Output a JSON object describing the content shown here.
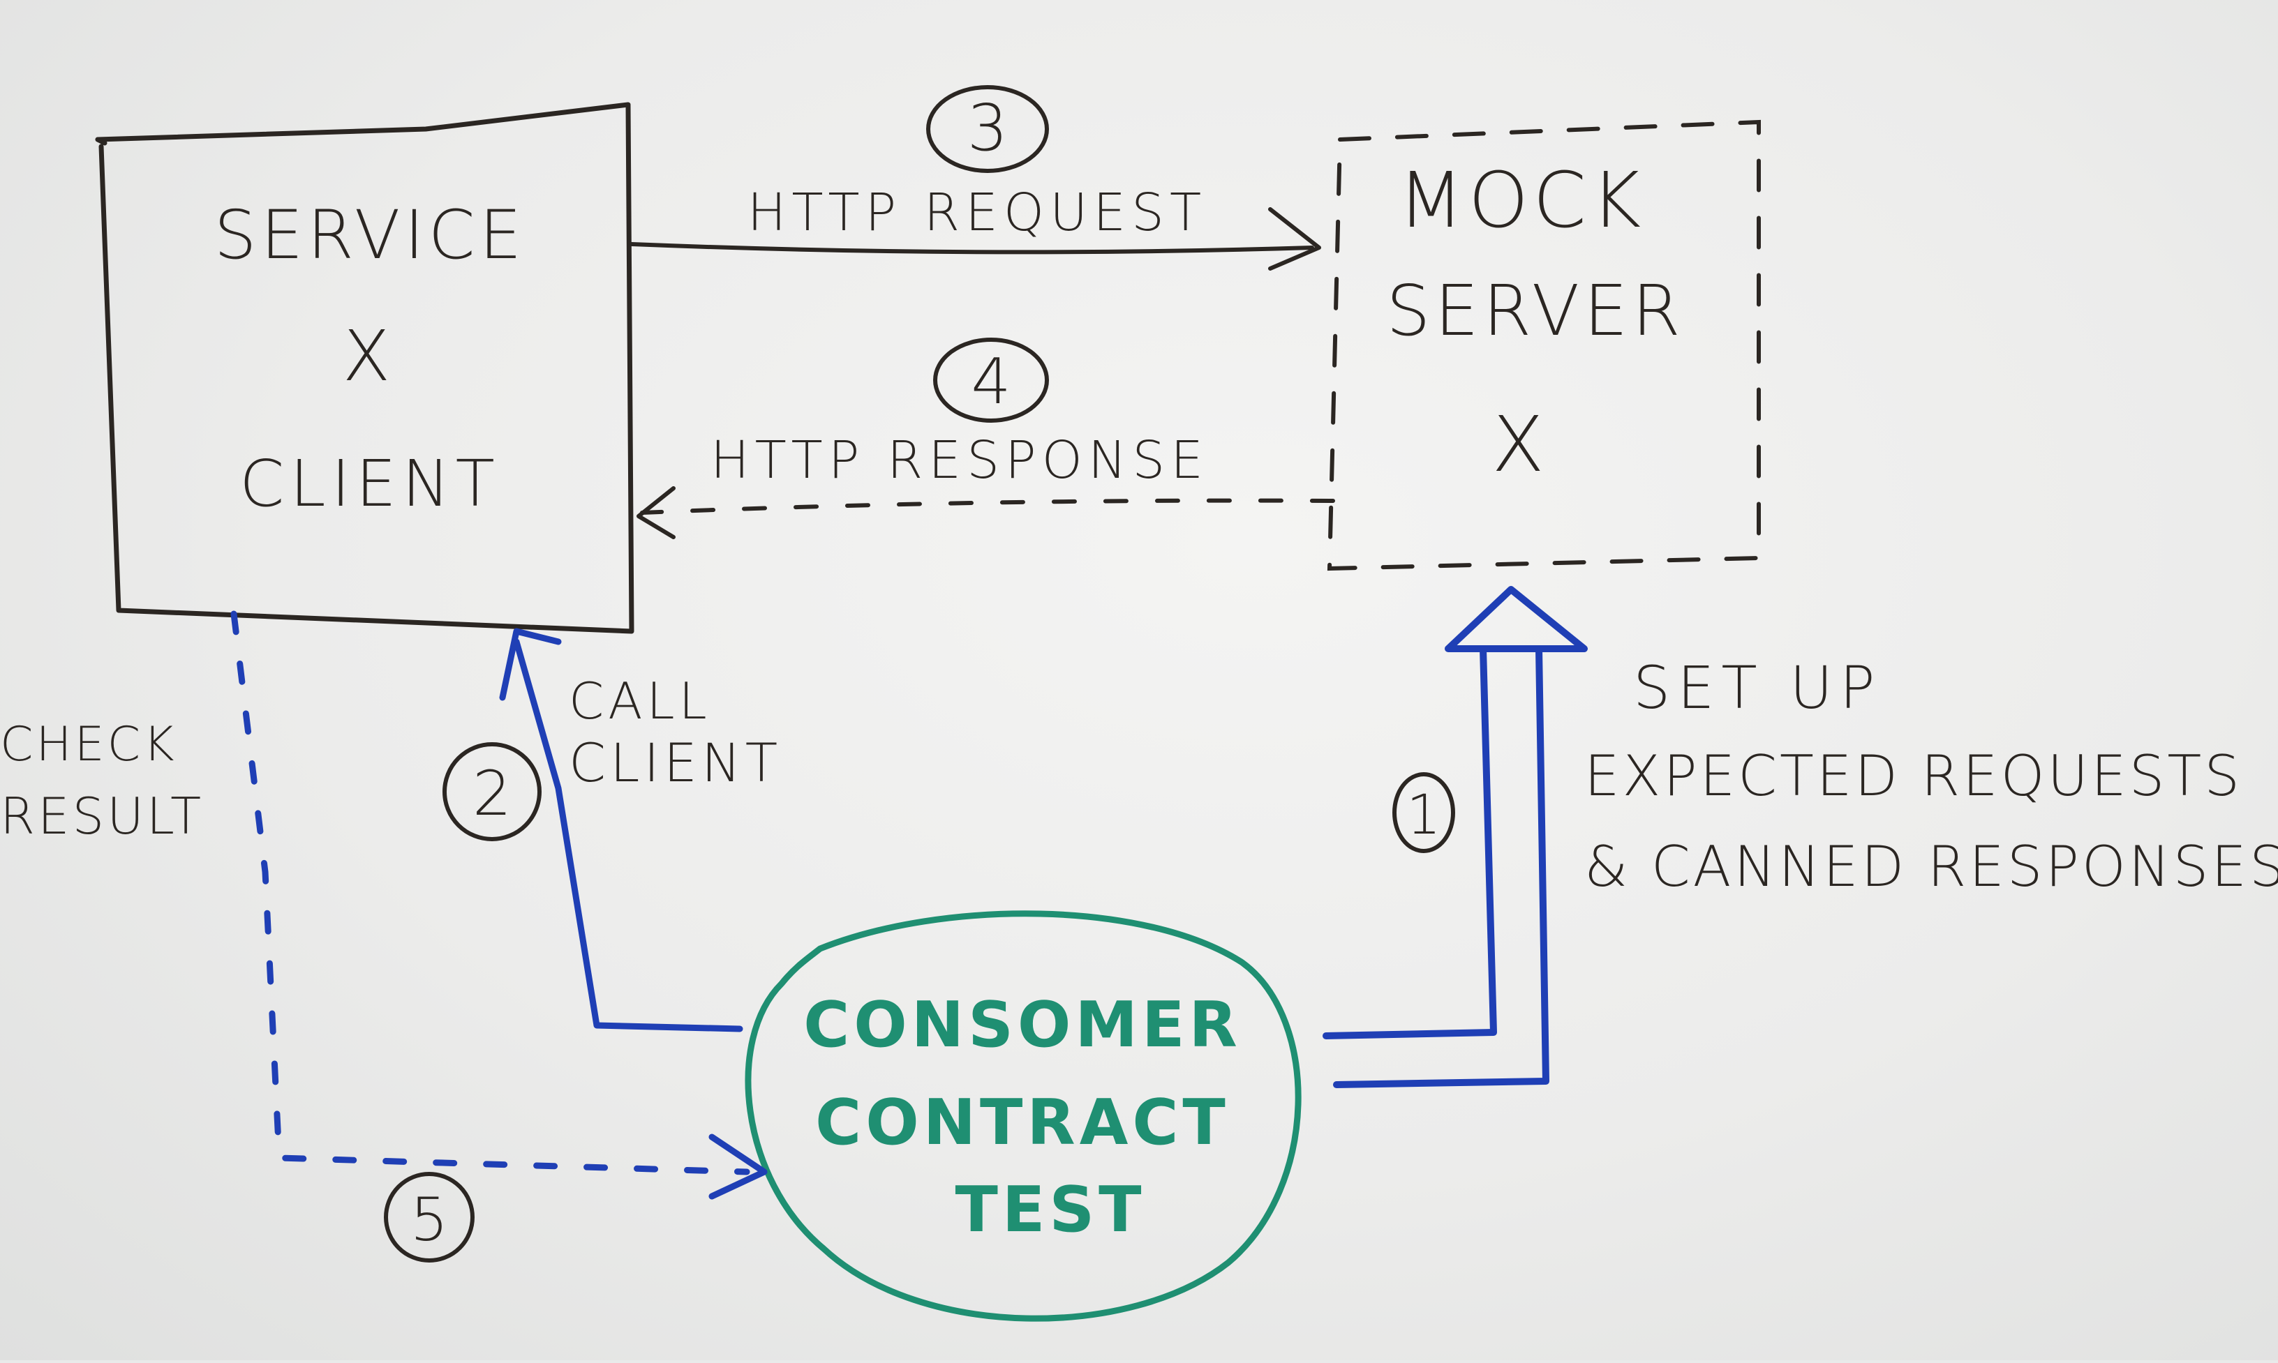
{
  "service_box": {
    "line1": "SERVICE",
    "line2": "X",
    "line3": "CLIENT"
  },
  "mock_box": {
    "line1": "MOCK",
    "line2": "SERVER",
    "line3": "X"
  },
  "consumer_test": {
    "line1": "CONSOMER",
    "line2": "CONTRACT",
    "line3": "TEST"
  },
  "steps": {
    "step1": {
      "number": "1",
      "label_line1": "SET UP",
      "label_line2": "EXPECTED REQUESTS",
      "label_line3": "& CANNED RESPONSES"
    },
    "step2": {
      "number": "2",
      "label_line1": "CALL",
      "label_line2": "CLIENT"
    },
    "step3": {
      "number": "3",
      "label": "HTTP REQUEST"
    },
    "step4": {
      "number": "4",
      "label": "HTTP RESPONSE"
    },
    "step5": {
      "number": "5",
      "label_line1": "CHECK",
      "label_line2": "RESULT"
    }
  },
  "colors": {
    "marker_black": "#2b2622",
    "marker_blue": "#1f3fb5",
    "marker_green": "#1f8f72",
    "board": "#ececeb"
  }
}
